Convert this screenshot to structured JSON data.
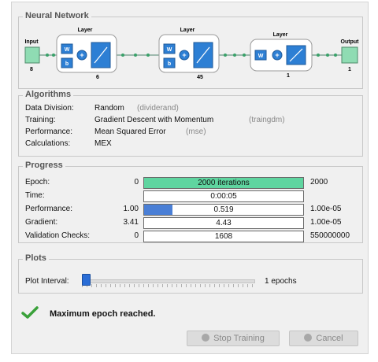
{
  "neural_network": {
    "title": "Neural Network",
    "input_label": "Input",
    "input_count": "8",
    "output_label": "Output",
    "output_count": "1",
    "layers": [
      {
        "title": "Layer",
        "w": "W",
        "b": "b",
        "size": "6"
      },
      {
        "title": "Layer",
        "w": "W",
        "b": "b",
        "size": "45"
      },
      {
        "title": "Layer",
        "w": "W",
        "b": "b",
        "size": "1"
      }
    ]
  },
  "algorithms": {
    "title": "Algorithms",
    "rows": [
      {
        "label": "Data Division:",
        "value": "Random",
        "fn": "(dividerand)"
      },
      {
        "label": "Training:",
        "value": "Gradient Descent with Momentum",
        "fn": "(traingdm)"
      },
      {
        "label": "Performance:",
        "value": "Mean Squared Error",
        "fn": "(mse)"
      },
      {
        "label": "Calculations:",
        "value": "MEX",
        "fn": ""
      }
    ]
  },
  "progress": {
    "title": "Progress",
    "rows": [
      {
        "label": "Epoch:",
        "start": "0",
        "value": "2000 iterations",
        "end": "2000",
        "fill": 1.0,
        "color": "#5fd5a0"
      },
      {
        "label": "Time:",
        "start": "",
        "value": "0:00:05",
        "end": "",
        "fill": 0,
        "color": "#4a7fd6"
      },
      {
        "label": "Performance:",
        "start": "1.00",
        "value": "0.519",
        "end": "1.00e-05",
        "fill": 0.18,
        "color": "#4a7fd6"
      },
      {
        "label": "Gradient:",
        "start": "3.41",
        "value": "4.43",
        "end": "1.00e-05",
        "fill": 0,
        "color": "#4a7fd6"
      },
      {
        "label": "Validation Checks:",
        "start": "0",
        "value": "1608",
        "end": "550000000",
        "fill": 0,
        "color": "#4a7fd6"
      }
    ]
  },
  "plots": {
    "title": "Plots",
    "interval_label": "Plot Interval:",
    "interval_value": "1 epochs",
    "slider_level": 0.0
  },
  "status": {
    "message": "Maximum epoch reached."
  },
  "buttons": {
    "stop": "Stop Training",
    "cancel": "Cancel"
  },
  "colors": {
    "accent_green": "#5fd5a0",
    "bar_blue": "#4a7fd6",
    "check_green": "#3aa13a"
  }
}
